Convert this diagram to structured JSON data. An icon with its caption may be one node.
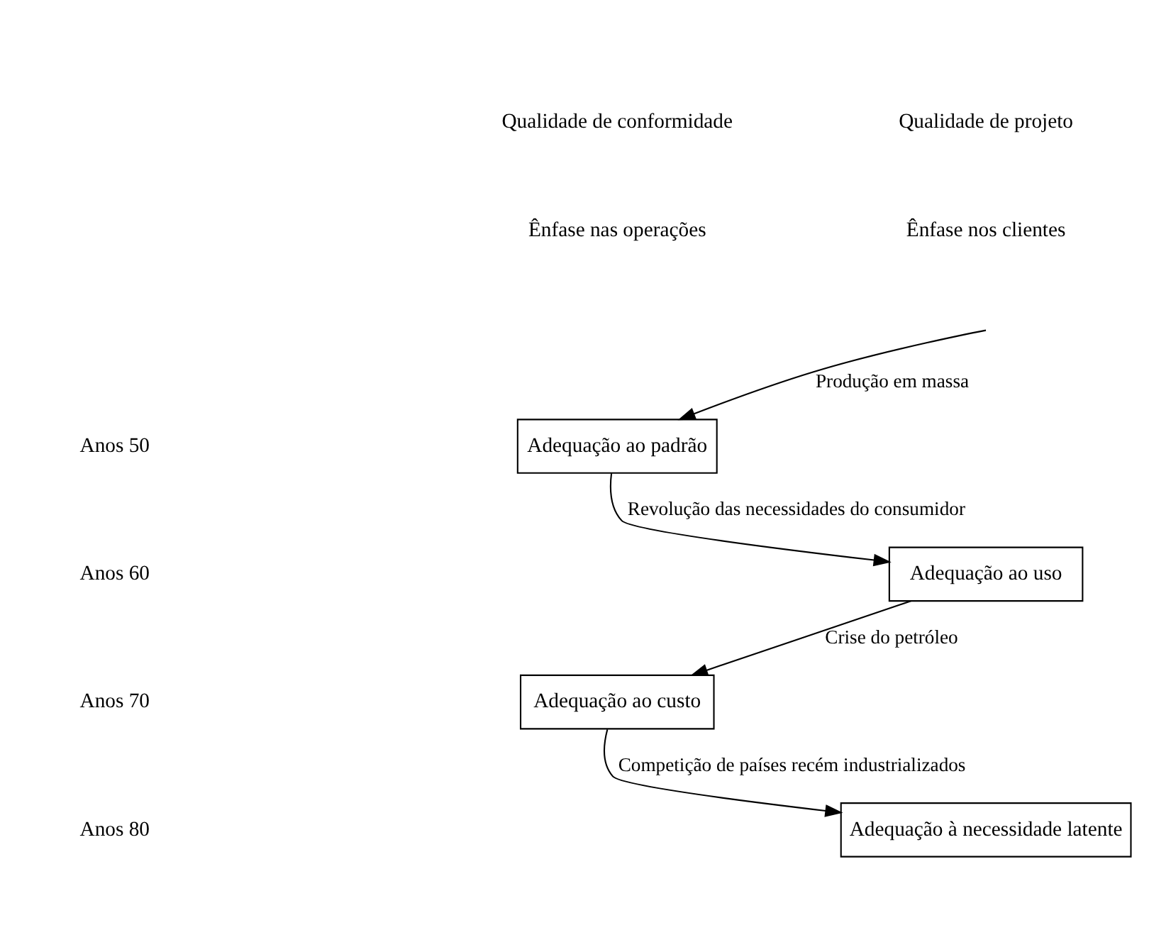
{
  "diagram": {
    "nodes": [
      {
        "text": [
          "Adequação ao padrão"
        ]
      },
      {
        "text": [
          "Adequação ao uso"
        ]
      },
      {
        "text": [
          "Adequação ao custo"
        ]
      },
      {
        "text": [
          "Adequação à necessidade latente"
        ]
      }
    ],
    "edges": [
      {
        "from": null,
        "to": 0,
        "arrow": "to",
        "label": "Produção em massa"
      },
      {
        "from": 0,
        "to": 1,
        "arrow": "to",
        "label": "Revolução das necessidades do consumidor"
      },
      {
        "from": 1,
        "to": 2,
        "arrow": "to",
        "label": "Crise do petróleo"
      },
      {
        "from": 2,
        "to": 3,
        "arrow": "to",
        "label": "Competição de países recém industrializados"
      }
    ],
    "labels": [
      "Qualidade de conformidade",
      "Qualidade de projeto",
      "Ênfase nas operações",
      "Ênfase nos clientes",
      "Anos 50",
      "Anos 60",
      "Anos 70",
      "Anos 80"
    ]
  }
}
